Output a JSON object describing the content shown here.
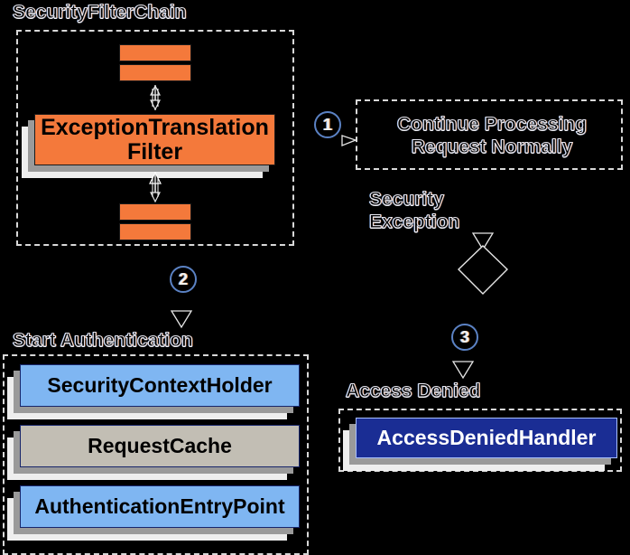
{
  "diagram": {
    "title": "Spring Security ExceptionTranslationFilter flow",
    "background": "#000000",
    "colors": {
      "filter_orange": "#f4793b",
      "component_blue": "#7fb6f2",
      "component_gray": "#c2beb4",
      "handler_navy": "#1a2d94",
      "dashed_border": "#d8d8d8",
      "step_ring": "#5b82c4"
    }
  },
  "groups": {
    "security_filter_chain": {
      "label": "SecurityFilterChain"
    },
    "start_authentication": {
      "label": "Start Authentication"
    },
    "access_denied": {
      "label": "Access Denied"
    },
    "continue_processing": {
      "label": "Continue Processing\nRequest Normally"
    }
  },
  "filter_chain": {
    "bars_above": 2,
    "bars_below": 2,
    "main_filter": {
      "line1": "ExceptionTranslation",
      "line2": "Filter"
    }
  },
  "continue_box": {
    "line1": "Continue Processing",
    "line2": "Request Normally"
  },
  "labels": {
    "security_exception_line1": "Security",
    "security_exception_line2": "Exception",
    "access_denied": "Access Denied",
    "start_authentication": "Start Authentication"
  },
  "steps": [
    {
      "number": "①",
      "glyph": "1",
      "meaning": "Continue Processing Request Normally"
    },
    {
      "number": "②",
      "glyph": "2",
      "meaning": "Start Authentication"
    },
    {
      "number": "③",
      "glyph": "3",
      "meaning": "Access Denied"
    }
  ],
  "auth_components": [
    {
      "label": "SecurityContextHolder",
      "style": "blue"
    },
    {
      "label": "RequestCache",
      "style": "gray"
    },
    {
      "label": "AuthenticationEntryPoint",
      "style": "blue"
    }
  ],
  "denied_components": [
    {
      "label": "AccessDeniedHandler",
      "style": "navy"
    }
  ],
  "decision": {
    "shape": "diamond",
    "label": ""
  }
}
